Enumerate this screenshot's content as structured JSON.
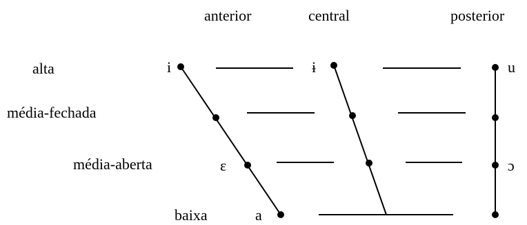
{
  "columns": {
    "front": "anterior",
    "central": "central",
    "back": "posterior"
  },
  "heights": {
    "high": "alta",
    "mid_close": "média-fechada",
    "mid_open": "média-aberta",
    "low": "baixa"
  },
  "vowels": {
    "high_front": "i",
    "high_central": "ɨ",
    "high_back": "u",
    "mid_open_front": "ɛ",
    "mid_open_back": "ɔ",
    "low": "a"
  },
  "colors": {
    "ink": "#000000",
    "background": "#ffffff"
  }
}
